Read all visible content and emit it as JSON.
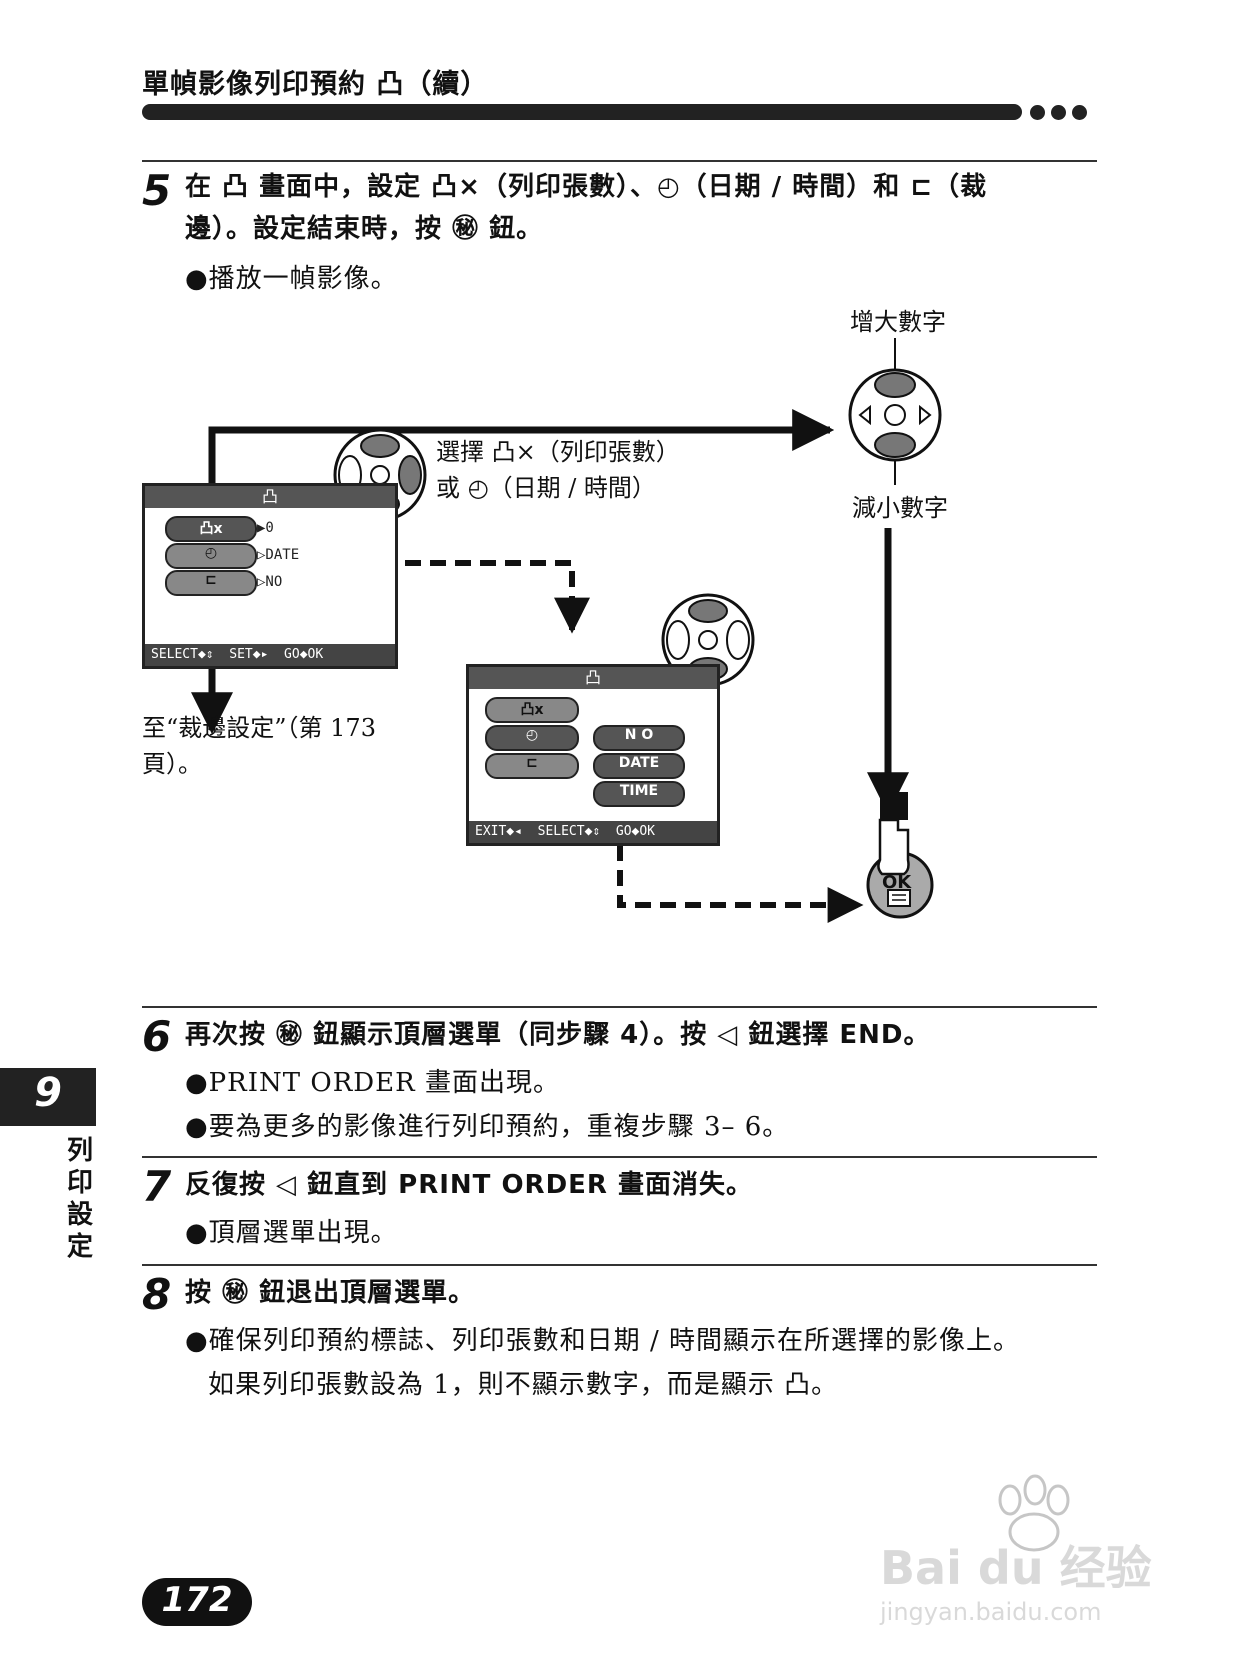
{
  "header": {
    "title": "單幀影像列印預約 凸（續）"
  },
  "steps": [
    {
      "number": "5",
      "line1": "在 凸 畫面中，設定 凸×（列印張數）、◴（日期 / 時間）和 ⊏（裁",
      "line2": "邊）。設定結束時，按 ㊙ 鈕。",
      "bullets": [
        "●播放一幀影像。"
      ]
    },
    {
      "number": "6",
      "line1": "再次按 ㊙ 鈕顯示頂層選單（同步驟 4）。按 ◁ 鈕選擇 END。",
      "bullets": [
        "●PRINT ORDER 畫面出現。",
        "●要為更多的影像進行列印預約，重複步驟 3– 6。"
      ]
    },
    {
      "number": "7",
      "line1": "反復按 ◁ 鈕直到 PRINT ORDER 畫面消失。",
      "bullets": [
        "●頂層選單出現。"
      ]
    },
    {
      "number": "8",
      "line1": "按 ㊙ 鈕退出頂層選單。",
      "bullets": [
        "●確保列印預約標誌、列印張數和日期 / 時間顯示在所選擇的影像上。",
        "如果列印張數設為 1，則不顯示數字，而是顯示 凸。"
      ]
    }
  ],
  "diagram": {
    "increase_label": "增大數字",
    "decrease_label": "減小數字",
    "select_line1": "選擇 凸×（列印張數）",
    "select_line2": "或 ◴（日期 / 時間）",
    "trim_line1": "至“裁邊設定”（第 173",
    "trim_line2": "頁）。",
    "screen1": {
      "title": "凸",
      "row1_icon": "凸x",
      "row1_value": "▶0",
      "row2_icon": "◴",
      "row2_value": "▷DATE",
      "row3_icon": "⊏",
      "row3_value": "▷NO",
      "footer": "SELECT◆⇕  SET◆▸  GO◆OK"
    },
    "screen2": {
      "title": "凸",
      "row1_icon": "凸x",
      "row2_icon": "◴",
      "row3_icon": "⊏",
      "options": [
        "N O",
        "DATE",
        "TIME"
      ],
      "footer": "EXIT◆◂  SELECT◆⇕  GO◆OK"
    },
    "ok_button": "OK"
  },
  "chapter": {
    "number": "9",
    "label": "列印設定"
  },
  "page_number": "172",
  "watermark": {
    "brand": "Bai du 经验",
    "url": "jingyan.baidu.com"
  }
}
